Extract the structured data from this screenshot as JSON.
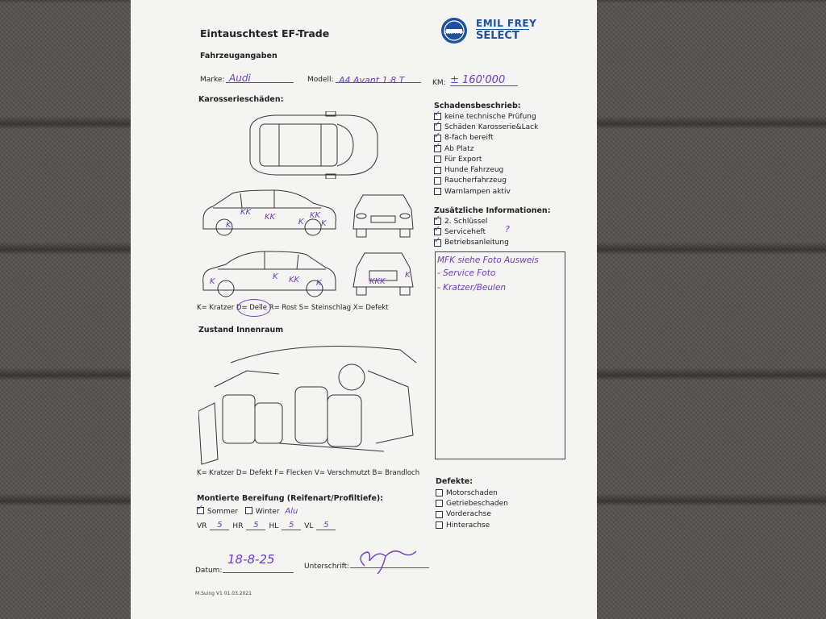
{
  "header": {
    "title": "Eintauschtest EF-Trade",
    "logo_badge": "Emil Frey",
    "logo_line1": "EMIL FREY",
    "logo_line2": "SELECT"
  },
  "vehicle": {
    "section": "Fahrzeugangaben",
    "make_label": "Marke:",
    "make_value": "Audi",
    "model_label": "Modell:",
    "model_value": "A4 Avant 1.8 T",
    "km_label": "KM:",
    "km_value": "± 160'000"
  },
  "body_damage": {
    "section": "Karosserieschäden:",
    "legend": "K= Kratzer D= Delle R= Rost S= Steinschlag X= Defekt",
    "marks_side_top": [
      "K",
      "KK",
      "KK",
      "KK",
      "K",
      "K"
    ],
    "marks_side_bottom": [
      "K",
      "K",
      "KK",
      "K"
    ],
    "marks_rear": [
      "KKK",
      "K"
    ]
  },
  "damage_description": {
    "section": "Schadensbeschrieb:",
    "items": [
      {
        "label": "keine technische Prüfung",
        "checked": true
      },
      {
        "label": "Schäden Karosserie&Lack",
        "checked": true
      },
      {
        "label": "8-fach bereift",
        "checked": true
      },
      {
        "label": "Ab Platz",
        "checked": true
      },
      {
        "label": "Für Export",
        "checked": false
      },
      {
        "label": "Hunde Fahrzeug",
        "checked": false
      },
      {
        "label": "Raucherfahrzeug",
        "checked": false
      },
      {
        "label": "Warnlampen aktiv",
        "checked": false
      }
    ]
  },
  "additional_info": {
    "section": "Zusätzliche Informationen:",
    "items": [
      {
        "label": "2. Schlüssel",
        "checked": true
      },
      {
        "label": "Serviceheft",
        "checked": true
      },
      {
        "label": "Betriebsanleitung",
        "checked": true
      }
    ],
    "question_mark": "?",
    "notes": [
      "MFK siehe Foto Ausweis",
      "- Service Foto",
      "- Kratzer/Beulen"
    ]
  },
  "interior": {
    "section": "Zustand Innenraum",
    "legend": "K= Kratzer D= Defekt F= Flecken V= Verschmutzt B= Brandloch"
  },
  "tyres": {
    "section": "Montierte Bereifung (Reifenart/Profiltiefe):",
    "summer_label": "Sommer",
    "winter_label": "Winter",
    "summer_checked": true,
    "winter_checked": false,
    "winter_note": "Alu",
    "vr_label": "VR",
    "vr_value": "5",
    "hr_label": "HR",
    "hr_value": "5",
    "hl_label": "HL",
    "hl_value": "5",
    "vl_label": "VL",
    "vl_value": "5"
  },
  "defects": {
    "section": "Defekte:",
    "items": [
      {
        "label": "Motorschaden",
        "checked": false
      },
      {
        "label": "Getriebeschaden",
        "checked": false
      },
      {
        "label": "Vorderachse",
        "checked": false
      },
      {
        "label": "Hinterachse",
        "checked": false
      }
    ]
  },
  "footer": {
    "date_label": "Datum:",
    "date_value": "18-8-25",
    "signature_label": "Unterschrift:",
    "version": "M.Suing V1 01.03.2021"
  },
  "colors": {
    "ink": "#6a3cc8",
    "brand": "#1e4fa0",
    "paper": "#f4f4f2"
  }
}
